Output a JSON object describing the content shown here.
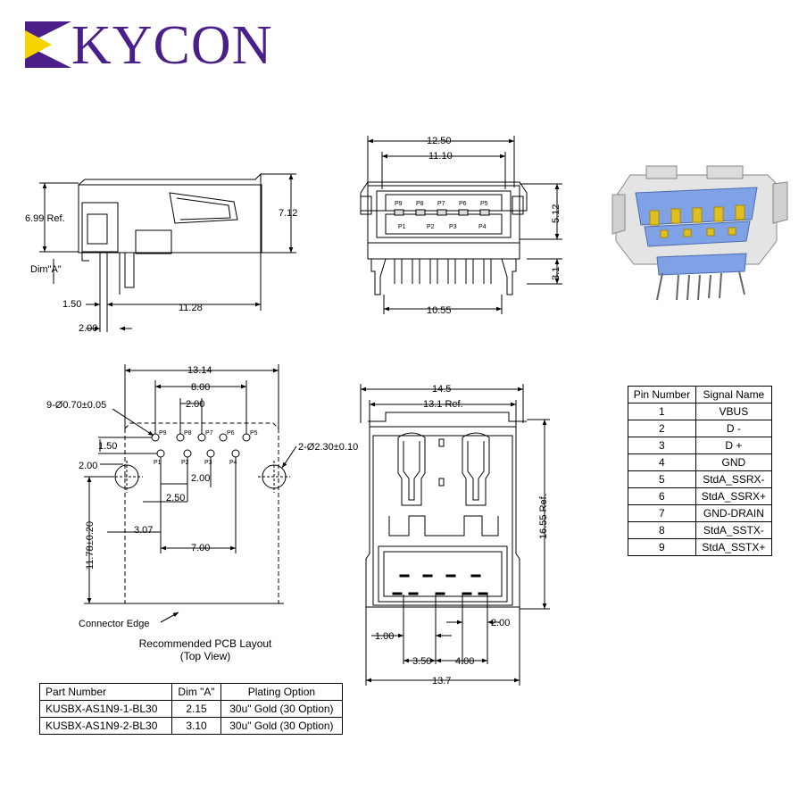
{
  "brand": {
    "name": "KYCON",
    "colors": {
      "logo_purple": "#4b1f8a",
      "logo_yellow": "#f5d400",
      "render_blue": "#7fa2e6",
      "render_gold": "#e0c020"
    }
  },
  "side_view": {
    "height_ref": "6.99 Ref.",
    "height": "7.12",
    "dim_a_label": "Dim\"A\"",
    "dim_1_50": "1.50",
    "dim_11_28": "11.28",
    "dim_2_00": "2.00"
  },
  "front_view": {
    "width_outer": "12.50",
    "width_inner": "11.10",
    "height": "5.12",
    "lead_length": "3.1",
    "lead_span": "10.55",
    "pins_top": [
      "P9",
      "P8",
      "P7",
      "P6",
      "P5"
    ],
    "pins_bottom": [
      "P1",
      "P2",
      "P3",
      "P4"
    ]
  },
  "pcb_layout": {
    "width": "13.14",
    "pin_span": "8.00",
    "pin_pitch": "2.00",
    "hole_callout": "9-Ø0.70±0.05",
    "mount_hole_callout": "2-Ø2.30±0.10",
    "dim_1_50": "1.50",
    "dim_2_00_left": "2.00",
    "dim_2_00_mid": "2.00",
    "dim_2_50": "2.50",
    "dim_3_07": "3.07",
    "dim_7_00": "7.00",
    "depth": "11.78±0.20",
    "connector_edge": "Connector Edge",
    "pins_top": [
      "P9",
      "P8",
      "P7",
      "P6",
      "P5"
    ],
    "pins_bottom": [
      "P1",
      "P2",
      "P3",
      "P4"
    ],
    "caption_line1": "Recommended PCB Layout",
    "caption_line2": "(Top View)"
  },
  "top_view": {
    "width_outer": "14.5",
    "width_ref": "13.1 Ref.",
    "length_ref": "16.55 Ref.",
    "dim_1_00": "1.00",
    "dim_2_00": "2.00",
    "dim_3_50": "3.50",
    "dim_4_00": "4.00",
    "bottom_width": "13.7"
  },
  "pin_table": {
    "headers": [
      "Pin Number",
      "Signal Name"
    ],
    "rows": [
      [
        "1",
        "VBUS"
      ],
      [
        "2",
        "D -"
      ],
      [
        "3",
        "D +"
      ],
      [
        "4",
        "GND"
      ],
      [
        "5",
        "StdA_SSRX-"
      ],
      [
        "6",
        "StdA_SSRX+"
      ],
      [
        "7",
        "GND-DRAIN"
      ],
      [
        "8",
        "StdA_SSTX-"
      ],
      [
        "9",
        "StdA_SSTX+"
      ]
    ]
  },
  "part_table": {
    "headers": [
      "Part Number",
      "Dim \"A\"",
      "Plating Option"
    ],
    "rows": [
      [
        "KUSBX-AS1N9-1-BL30",
        "2.15",
        "30u\" Gold (30 Option)"
      ],
      [
        "KUSBX-AS1N9-2-BL30",
        "3.10",
        "30u\" Gold (30 Option)"
      ]
    ]
  }
}
